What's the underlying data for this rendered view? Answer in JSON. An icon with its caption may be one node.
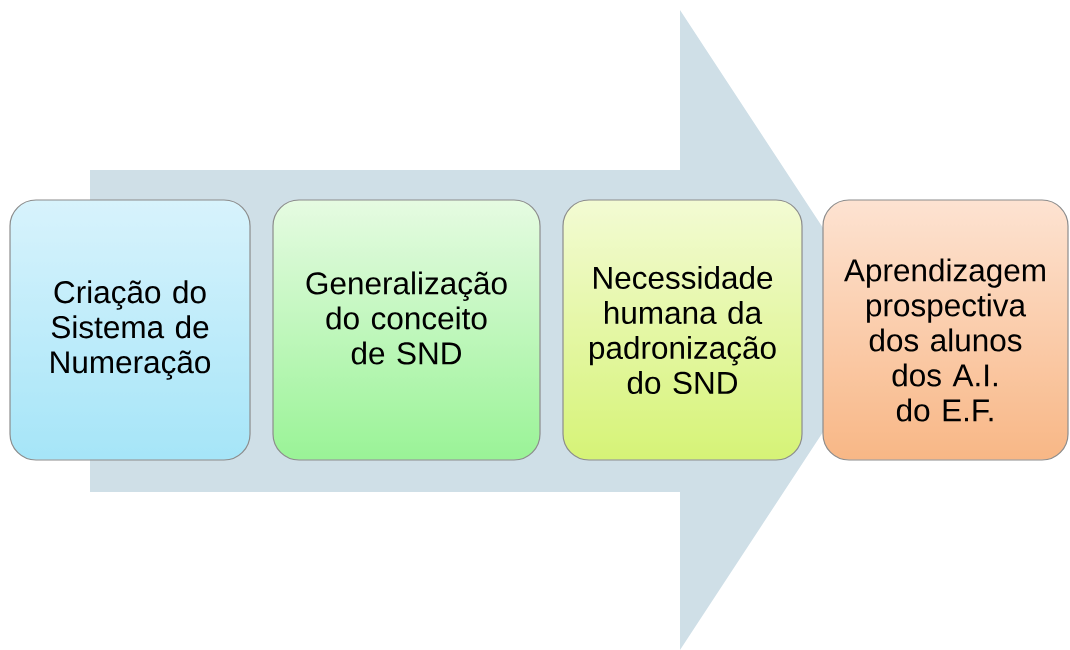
{
  "diagram": {
    "nodes": [
      {
        "text": [
          "Criação do Sistema de Numeração"
        ]
      },
      {
        "text": [
          "Generalização do conceito de SND"
        ]
      },
      {
        "text": [
          "Necessidade humana da padronização do SND"
        ]
      },
      {
        "text": [
          "Aprendizagem prospectiva dos alunos dos A.I. do E.F."
        ]
      }
    ],
    "edges": [
      {
        "from": 0,
        "to": 3,
        "arrow": "to"
      }
    ]
  }
}
